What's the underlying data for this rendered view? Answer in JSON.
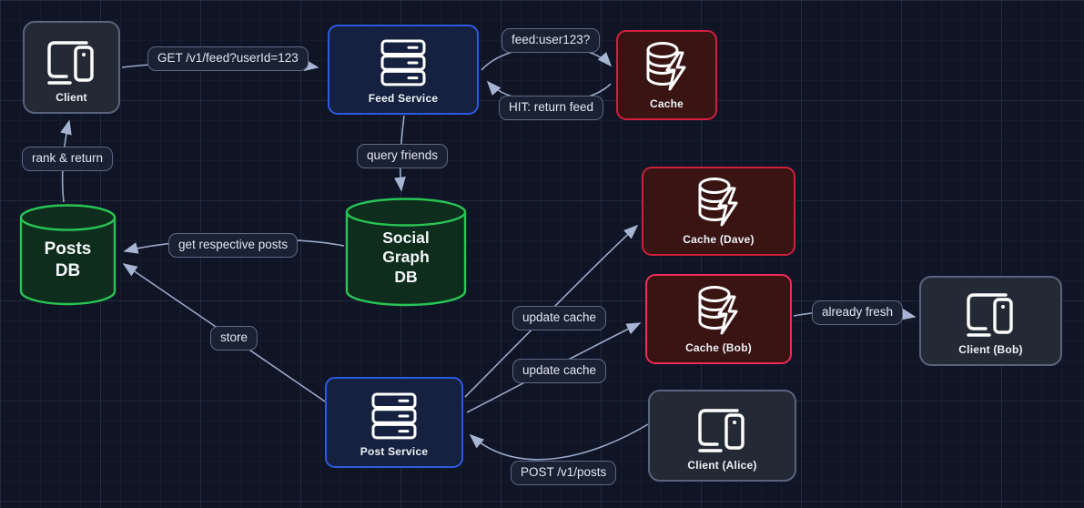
{
  "diagram": {
    "title": "Feed / Post service architecture diagram",
    "nodes": {
      "client": {
        "label": "Client",
        "type": "client"
      },
      "feed_service": {
        "label": "Feed Service",
        "type": "service"
      },
      "cache": {
        "label": "Cache",
        "type": "cache"
      },
      "posts_db": {
        "label_lines": [
          "Posts",
          "DB"
        ],
        "type": "database"
      },
      "social_graph_db": {
        "label_lines": [
          "Social",
          "Graph",
          "DB"
        ],
        "type": "database"
      },
      "cache_dave": {
        "label": "Cache (Dave)",
        "type": "cache"
      },
      "cache_bob": {
        "label": "Cache (Bob)",
        "type": "cache"
      },
      "client_bob": {
        "label": "Client (Bob)",
        "type": "client"
      },
      "post_service": {
        "label": "Post Service",
        "type": "service"
      },
      "client_alice": {
        "label": "Client (Alice)",
        "type": "client"
      }
    },
    "edges": [
      {
        "from": "client",
        "to": "feed_service",
        "label": "GET /v1/feed?userId=123"
      },
      {
        "from": "feed_service",
        "to": "cache",
        "label": "feed:user123?"
      },
      {
        "from": "cache",
        "to": "feed_service",
        "label": "HIT: return feed"
      },
      {
        "from": "feed_service",
        "to": "social_graph_db",
        "label": "query friends"
      },
      {
        "from": "social_graph_db",
        "to": "posts_db",
        "label": "get respective posts"
      },
      {
        "from": "posts_db",
        "to": "client",
        "label": "rank & return"
      },
      {
        "from": "post_service",
        "to": "posts_db",
        "label": "store"
      },
      {
        "from": "post_service",
        "to": "cache_dave",
        "label": "update cache"
      },
      {
        "from": "post_service",
        "to": "cache_bob",
        "label": "update cache"
      },
      {
        "from": "cache_bob",
        "to": "client_bob",
        "label": "already fresh"
      },
      {
        "from": "client_alice",
        "to": "post_service",
        "label": "POST /v1/posts"
      }
    ],
    "icons": {
      "service": "server-stack-icon",
      "cache": "database-lightning-icon",
      "client": "laptop-phone-icon",
      "database": "cylinder-shape"
    },
    "colors": {
      "background": "#0f1525",
      "grid_line": "#1d2638",
      "service_fill": "#15213f",
      "service_border": "#2d5be0",
      "cache_fill": "#391413",
      "cache_border": "#d01f40",
      "cache_dave_border": "#c92138",
      "cache_bob_border": "#ee2a5b",
      "db_fill": "#0f2d1c",
      "db_border": "#28c455",
      "client_fill": "#242a35",
      "client_border": "#59647c",
      "edge_line": "#9aa8c8",
      "arrowhead": "#a7b4d2",
      "label_bg": "#1a2132",
      "label_border": "#5c6883",
      "label_text": "#e2e7f3",
      "node_text": "#eef2f7"
    }
  }
}
